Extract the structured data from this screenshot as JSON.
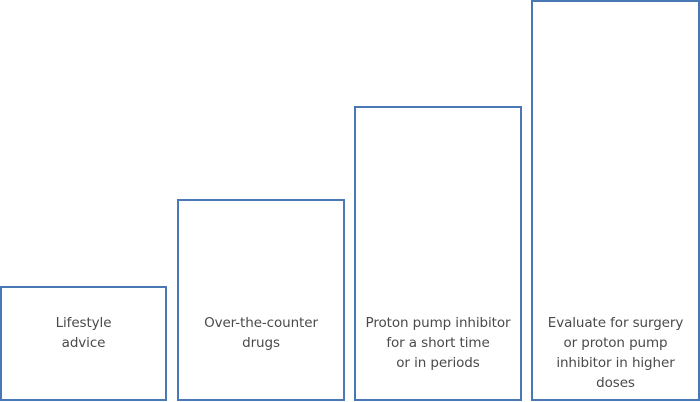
{
  "diagram": {
    "type": "staircase",
    "border_color": "#4a78b4",
    "text_color": "#4a4a4a",
    "steps": [
      {
        "label": "Lifestyle\nadvice"
      },
      {
        "label": "Over-the-counter\ndrugs"
      },
      {
        "label": "Proton pump inhibitor\nfor a short time\nor in periods"
      },
      {
        "label": "Evaluate for surgery\nor proton pump\ninhibitor in higher\ndoses"
      }
    ]
  }
}
